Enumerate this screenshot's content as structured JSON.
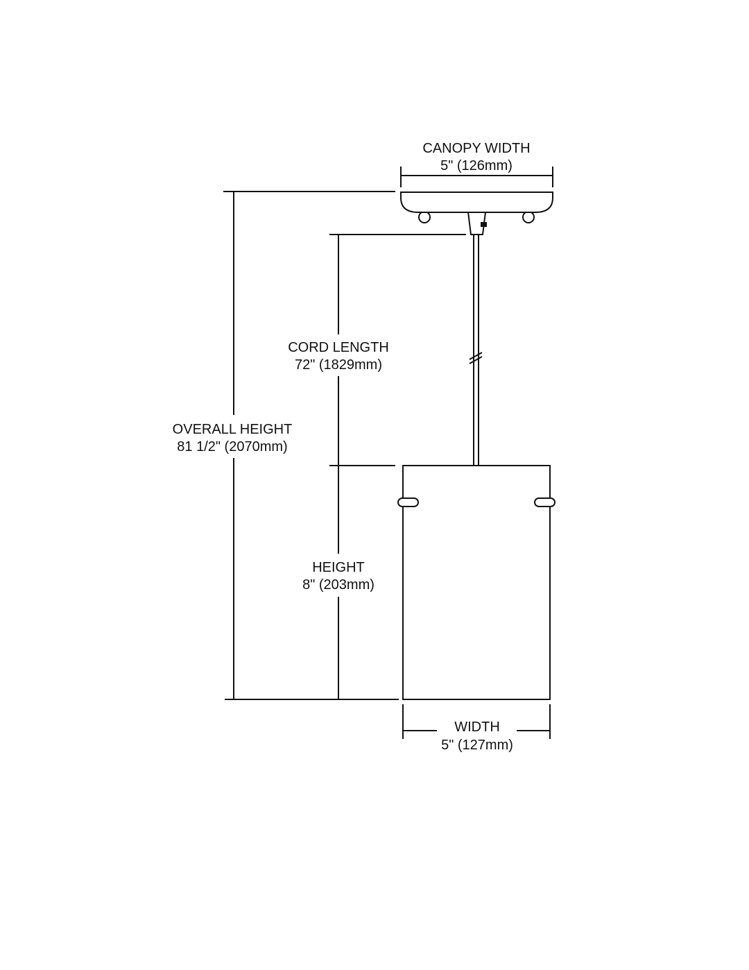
{
  "labels": {
    "canopy_width": {
      "title": "CANOPY WIDTH",
      "value": "5\" (126mm)"
    },
    "cord_length": {
      "title": "CORD LENGTH",
      "value": "72\" (1829mm)"
    },
    "overall_height": {
      "title": "OVERALL HEIGHT",
      "value": "81 1/2\" (2070mm)"
    },
    "height": {
      "title": "HEIGHT",
      "value": "8\" (203mm)"
    },
    "width": {
      "title": "WIDTH",
      "value": "5\" (127mm)"
    }
  }
}
